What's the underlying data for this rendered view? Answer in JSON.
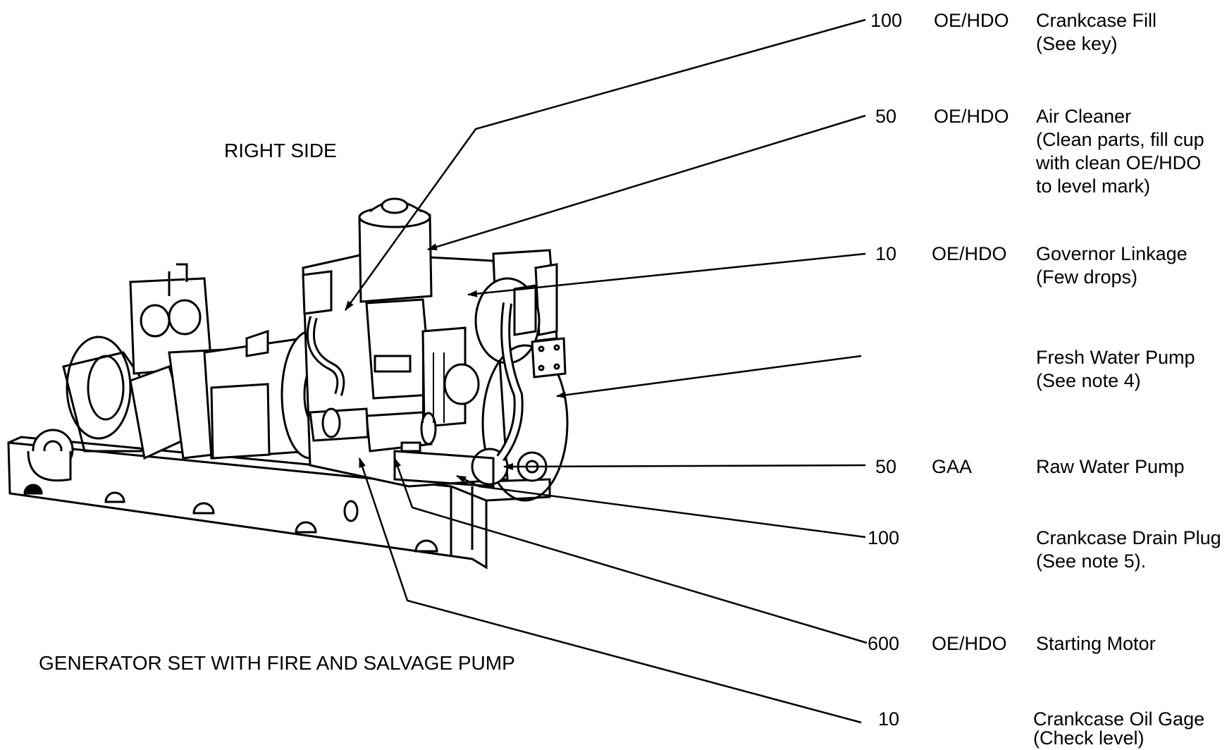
{
  "view_label": "RIGHT SIDE",
  "caption": "GENERATOR SET WITH FIRE AND SALVAGE PUMP",
  "callouts": [
    {
      "interval": "100",
      "lubricant": "OE/HDO",
      "item": "Crankcase Fill",
      "note": "(See key)"
    },
    {
      "interval": "50",
      "lubricant": "OE/HDO",
      "item": "Air Cleaner",
      "note_lines": [
        "(Clean parts, fill cup",
        "with clean OE/HDO",
        "to level mark)"
      ]
    },
    {
      "interval": "10",
      "lubricant": "OE/HDO",
      "item": "Governor Linkage",
      "note": "(Few drops)"
    },
    {
      "interval": "",
      "lubricant": "",
      "item": "Fresh Water Pump",
      "note": "(See note 4)"
    },
    {
      "interval": "50",
      "lubricant": "GAA",
      "item": "Raw Water Pump",
      "note": ""
    },
    {
      "interval": "100",
      "lubricant": "",
      "item": "Crankcase Drain Plug",
      "note": "(See note 5)."
    },
    {
      "interval": "600",
      "lubricant": "OE/HDO",
      "item": "Starting Motor",
      "note": ""
    },
    {
      "interval": "10",
      "lubricant": "",
      "item": "Crankcase Oil Gage",
      "note": "(Check level)"
    }
  ]
}
